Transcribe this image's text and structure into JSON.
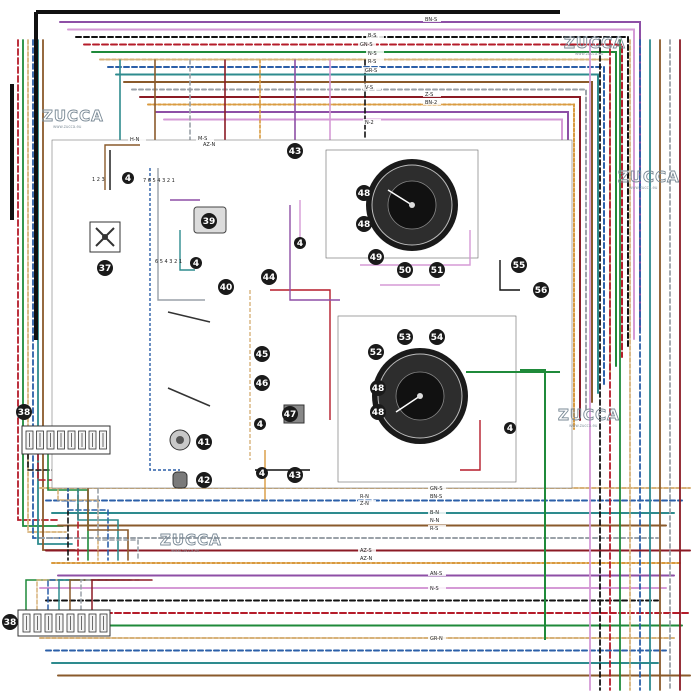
{
  "components": [
    {
      "id": "37",
      "kind": "fan"
    },
    {
      "id": "38",
      "kind": "fuse-box"
    },
    {
      "id": "38",
      "kind": "fuse-box"
    },
    {
      "id": "39",
      "kind": "relay"
    },
    {
      "id": "40",
      "kind": "wiper-motor"
    },
    {
      "id": "41",
      "kind": "horn"
    },
    {
      "id": "42",
      "kind": "buzzer"
    },
    {
      "id": "43",
      "kind": "connector"
    },
    {
      "id": "43",
      "kind": "connector"
    },
    {
      "id": "44",
      "kind": "fuel-sender"
    },
    {
      "id": "45",
      "kind": "switch"
    },
    {
      "id": "46",
      "kind": "switch"
    },
    {
      "id": "47",
      "kind": "flasher"
    },
    {
      "id": "48",
      "kind": "bulb"
    },
    {
      "id": "48",
      "kind": "bulb"
    },
    {
      "id": "48",
      "kind": "bulb"
    },
    {
      "id": "48",
      "kind": "bulb"
    },
    {
      "id": "49",
      "kind": "bulb"
    },
    {
      "id": "50",
      "kind": "bulb"
    },
    {
      "id": "51",
      "kind": "bulb"
    },
    {
      "id": "52",
      "kind": "bulb"
    },
    {
      "id": "53",
      "kind": "bulb"
    },
    {
      "id": "54",
      "kind": "bulb"
    },
    {
      "id": "55",
      "kind": "sender"
    },
    {
      "id": "56",
      "kind": "sender"
    }
  ],
  "junction_marker": "4",
  "watermark": {
    "text": "ZUCCA",
    "subtext": "www.zucca.eu"
  },
  "wire_labels": [
    "BN-S",
    "B-S",
    "GN-S",
    "N-S",
    "R-S",
    "GR-S",
    "V-S",
    "Z-S",
    "BN-2",
    "N-2",
    "M-S",
    "AZ-N",
    "H-N",
    "GN-S",
    "BN-S",
    "R-N",
    "Z-N",
    "B-N",
    "N-N",
    "R-S",
    "AZ-S",
    "AZ-N",
    "AN-S",
    "N-S",
    "GR-N"
  ],
  "connector_pins_top": "1 2 3",
  "connector_pins_relay": "7 6 5 4 3 2 1",
  "connector_pins_wiper": "6 5 4 3 2 1",
  "colors": {
    "black": "#111111",
    "red": "#b51c2a",
    "darkred": "#8b1a24",
    "green": "#1f8a3a",
    "blue": "#2b5fa8",
    "teal": "#2e8b8e",
    "violet": "#8e4fa6",
    "pink": "#d59ad6",
    "brown": "#8a5a2b",
    "tan": "#d7b27a",
    "grey": "#9aa1a8",
    "orange": "#d99a3e",
    "badge": "#1a1a1a"
  }
}
